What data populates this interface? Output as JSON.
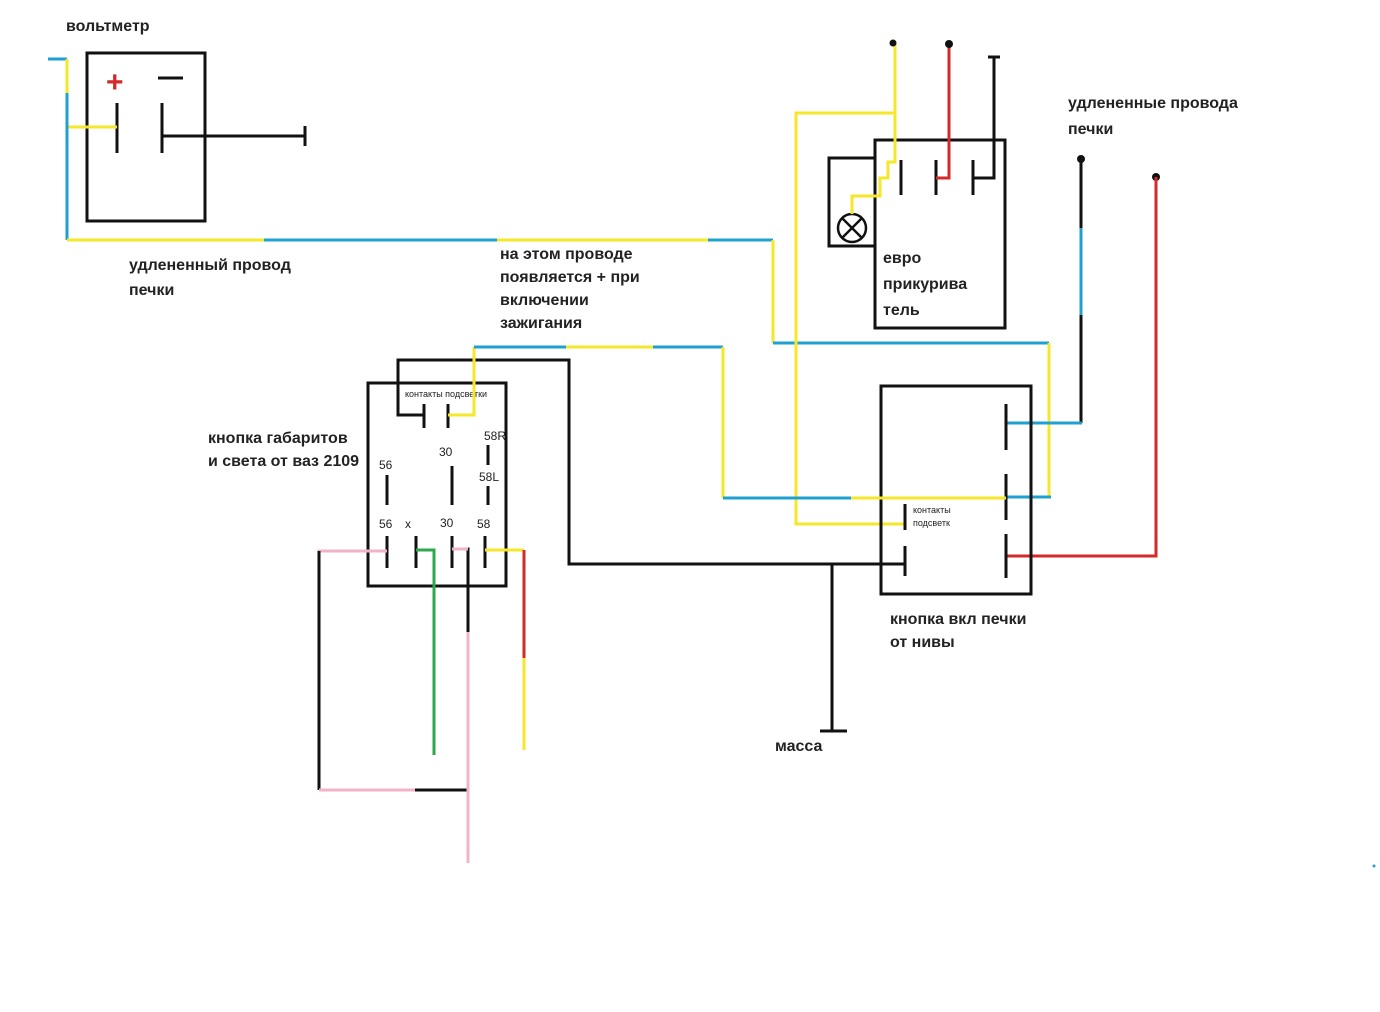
{
  "colors": {
    "black": "#111111",
    "yellow": "#f5e72a",
    "blue": "#1fa0d2",
    "red": "#d42a2a",
    "green": "#2da84a",
    "pink": "#f0b3c8"
  },
  "labels": {
    "voltmeter": "вольтметр",
    "voltmeter_plus": "+",
    "voltmeter_minus": "−",
    "heater_wire_line1": "удлененный провод",
    "heater_wire_line2": "печки",
    "ignition_note_line1": "на этом проводе",
    "ignition_note_line2": "появляется + при",
    "ignition_note_line3": "включении",
    "ignition_note_line4": "зажигания",
    "euro_lighter_line1": "евро",
    "euro_lighter_line2": "прикурива",
    "euro_lighter_line3": "тель",
    "heater_wires_line1": "удлененные провода",
    "heater_wires_line2": "печки",
    "dims_button_line1": "кнопка габаритов",
    "dims_button_line2": "и света от ваз 2109",
    "backlight_contacts": "контакты подсветки",
    "heater_button_line1": "кнопка вкл печки",
    "heater_button_line2": "от нивы",
    "heater_backlight_line1": "контакты",
    "heater_backlight_line2": "подсветк",
    "ground": "масса"
  },
  "pins": {
    "p58r": "58R",
    "p56_top": "56",
    "p30_top": "30",
    "p58l": "58L",
    "p56_bottom": "56",
    "px": "x",
    "p30_bottom": "30",
    "p58": "58"
  }
}
